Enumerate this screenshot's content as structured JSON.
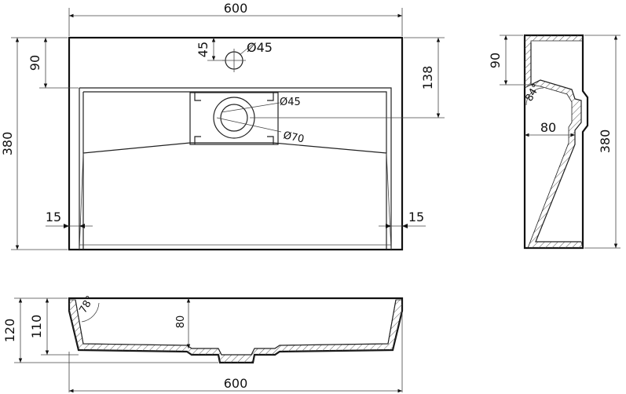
{
  "top_view": {
    "width": "600",
    "height": "380",
    "tap_offset_top": "90",
    "tap_hole_offset": "45",
    "tap_hole_dia": "Ø45",
    "drain_offset": "138",
    "drain_dia_inner": "Ø45",
    "drain_dia_outer": "Ø70",
    "left_rim": "15",
    "right_rim": "15"
  },
  "side_view": {
    "top_offset": "90",
    "angle": "84°",
    "depth": "80",
    "height": "380"
  },
  "front_view": {
    "height_total": "120",
    "height_inner": "110",
    "angle": "78°",
    "bowl_depth": "80",
    "width": "600"
  }
}
